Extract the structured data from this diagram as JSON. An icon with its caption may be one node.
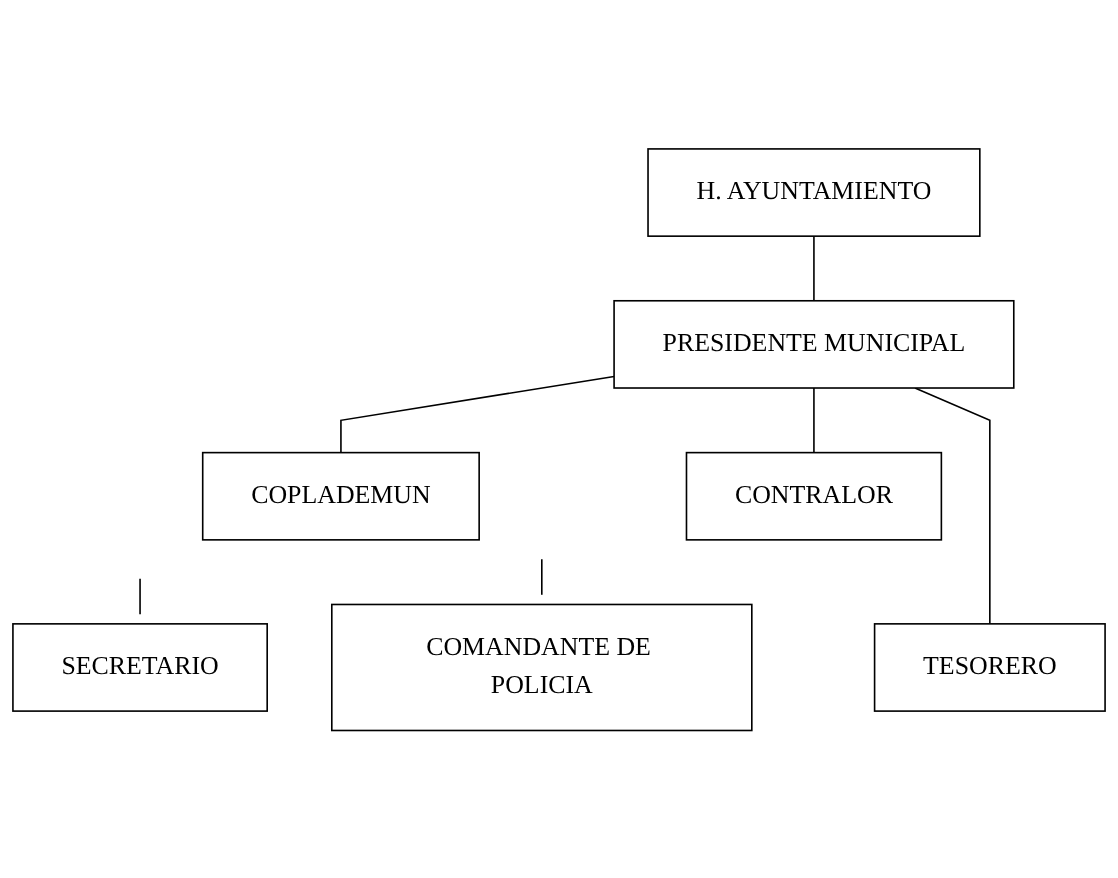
{
  "diagram": {
    "nodes": [
      {
        "text": [
          "H. AYUNTAMIENTO"
        ]
      },
      {
        "text": [
          "PRESIDENTE MUNICIPAL"
        ]
      },
      {
        "text": [
          "COPLADEMUN"
        ]
      },
      {
        "text": [
          "CONTRALOR"
        ]
      },
      {
        "text": [
          "SECRETARIO"
        ]
      },
      {
        "text": [
          "TESORERO"
        ]
      },
      {
        "text": [
          "COMANDANTE DE POLICIA"
        ]
      }
    ],
    "edges": [
      {
        "from": 0,
        "to": 1,
        "arrow": "none"
      },
      {
        "from": 1,
        "to": 2,
        "arrow": "none"
      },
      {
        "from": 1,
        "to": 3,
        "arrow": "none"
      },
      {
        "from": 1,
        "to": 5,
        "arrow": "none"
      },
      {
        "from": null,
        "to": 4,
        "arrow": "none"
      },
      {
        "from": null,
        "to": 6,
        "arrow": "none"
      }
    ]
  }
}
